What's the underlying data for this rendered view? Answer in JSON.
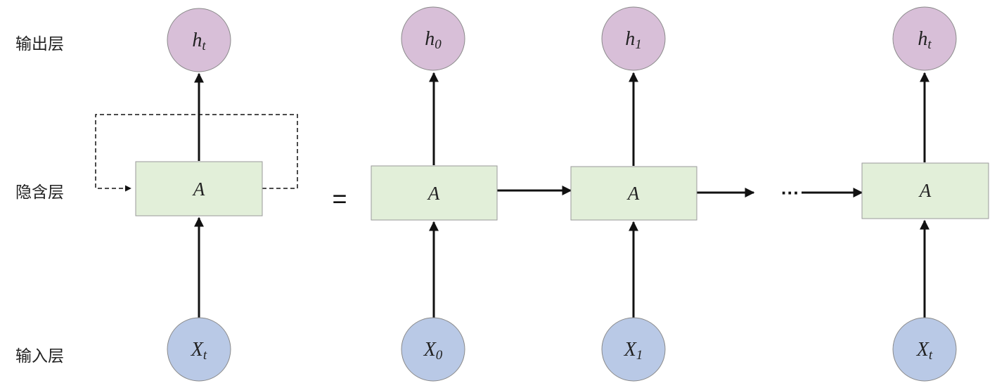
{
  "layers": {
    "output": "输出层",
    "hidden": "隐含层",
    "input": "输入层"
  },
  "rolled": {
    "output": {
      "main": "h",
      "sub": "t"
    },
    "cell": "A",
    "input": {
      "main": "X",
      "sub": "t"
    }
  },
  "equals": "=",
  "ellipsis": "···",
  "unrolled": [
    {
      "output": {
        "main": "h",
        "sub": "0"
      },
      "cell": "A",
      "input": {
        "main": "X",
        "sub": "0"
      }
    },
    {
      "output": {
        "main": "h",
        "sub": "1"
      },
      "cell": "A",
      "input": {
        "main": "X",
        "sub": "1"
      }
    },
    {
      "output": {
        "main": "h",
        "sub": "t"
      },
      "cell": "A",
      "input": {
        "main": "X",
        "sub": "t"
      }
    }
  ],
  "colors": {
    "output_node": "#d8bfd8",
    "input_node": "#b9c9e6",
    "cell": "#e2efd9",
    "node_stroke": "#8a8a8a",
    "arrow": "#111111"
  }
}
